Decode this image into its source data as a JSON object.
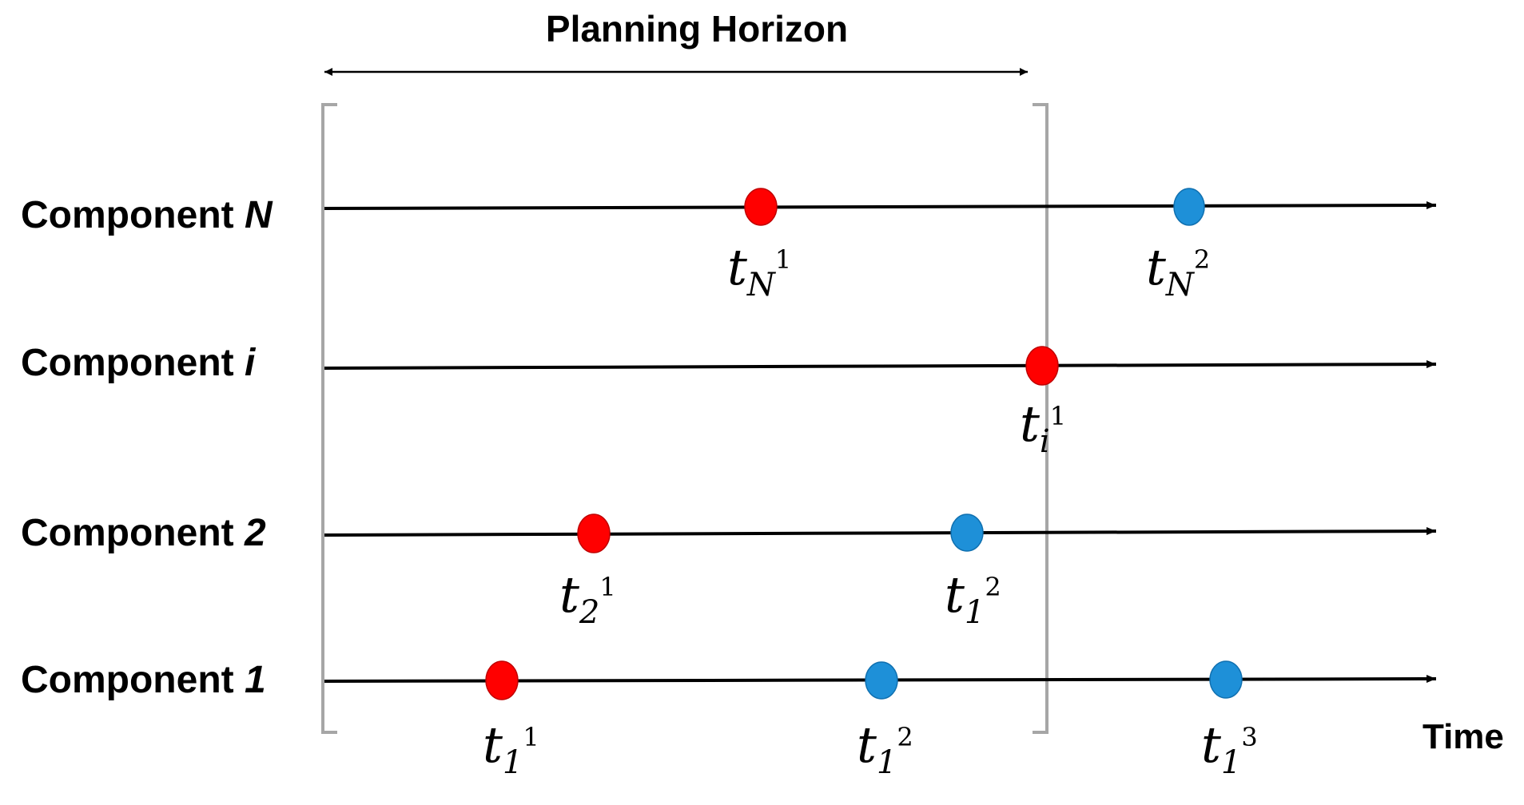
{
  "title": "Planning Horizon",
  "axis_label": "Time",
  "colors": {
    "failure": "#ff0000",
    "scheduled": "#1e90d8",
    "bracket": "#a6a6a6",
    "line": "#000000"
  },
  "rows": [
    {
      "id": "N",
      "label": "Component ",
      "variable": "N",
      "events": [
        {
          "kind": "failure",
          "symbol": "t",
          "sub": "N",
          "sup": "1"
        },
        {
          "kind": "scheduled",
          "symbol": "t",
          "sub": "N",
          "sup": "2"
        }
      ]
    },
    {
      "id": "i",
      "label": "Component ",
      "variable": "i",
      "events": [
        {
          "kind": "failure",
          "symbol": "t",
          "sub": "i",
          "sup": "1"
        }
      ]
    },
    {
      "id": "2",
      "label": "Component ",
      "variable": "2",
      "events": [
        {
          "kind": "failure",
          "symbol": "t",
          "sub": "2",
          "sup": "1"
        },
        {
          "kind": "scheduled",
          "symbol": "t",
          "sub": "1",
          "sup": "2"
        }
      ]
    },
    {
      "id": "1",
      "label": "Component ",
      "variable": "1",
      "events": [
        {
          "kind": "failure",
          "symbol": "t",
          "sub": "1",
          "sup": "1"
        },
        {
          "kind": "scheduled",
          "symbol": "t",
          "sub": "1",
          "sup": "2"
        },
        {
          "kind": "scheduled",
          "symbol": "t",
          "sub": "1",
          "sup": "3"
        }
      ]
    }
  ]
}
